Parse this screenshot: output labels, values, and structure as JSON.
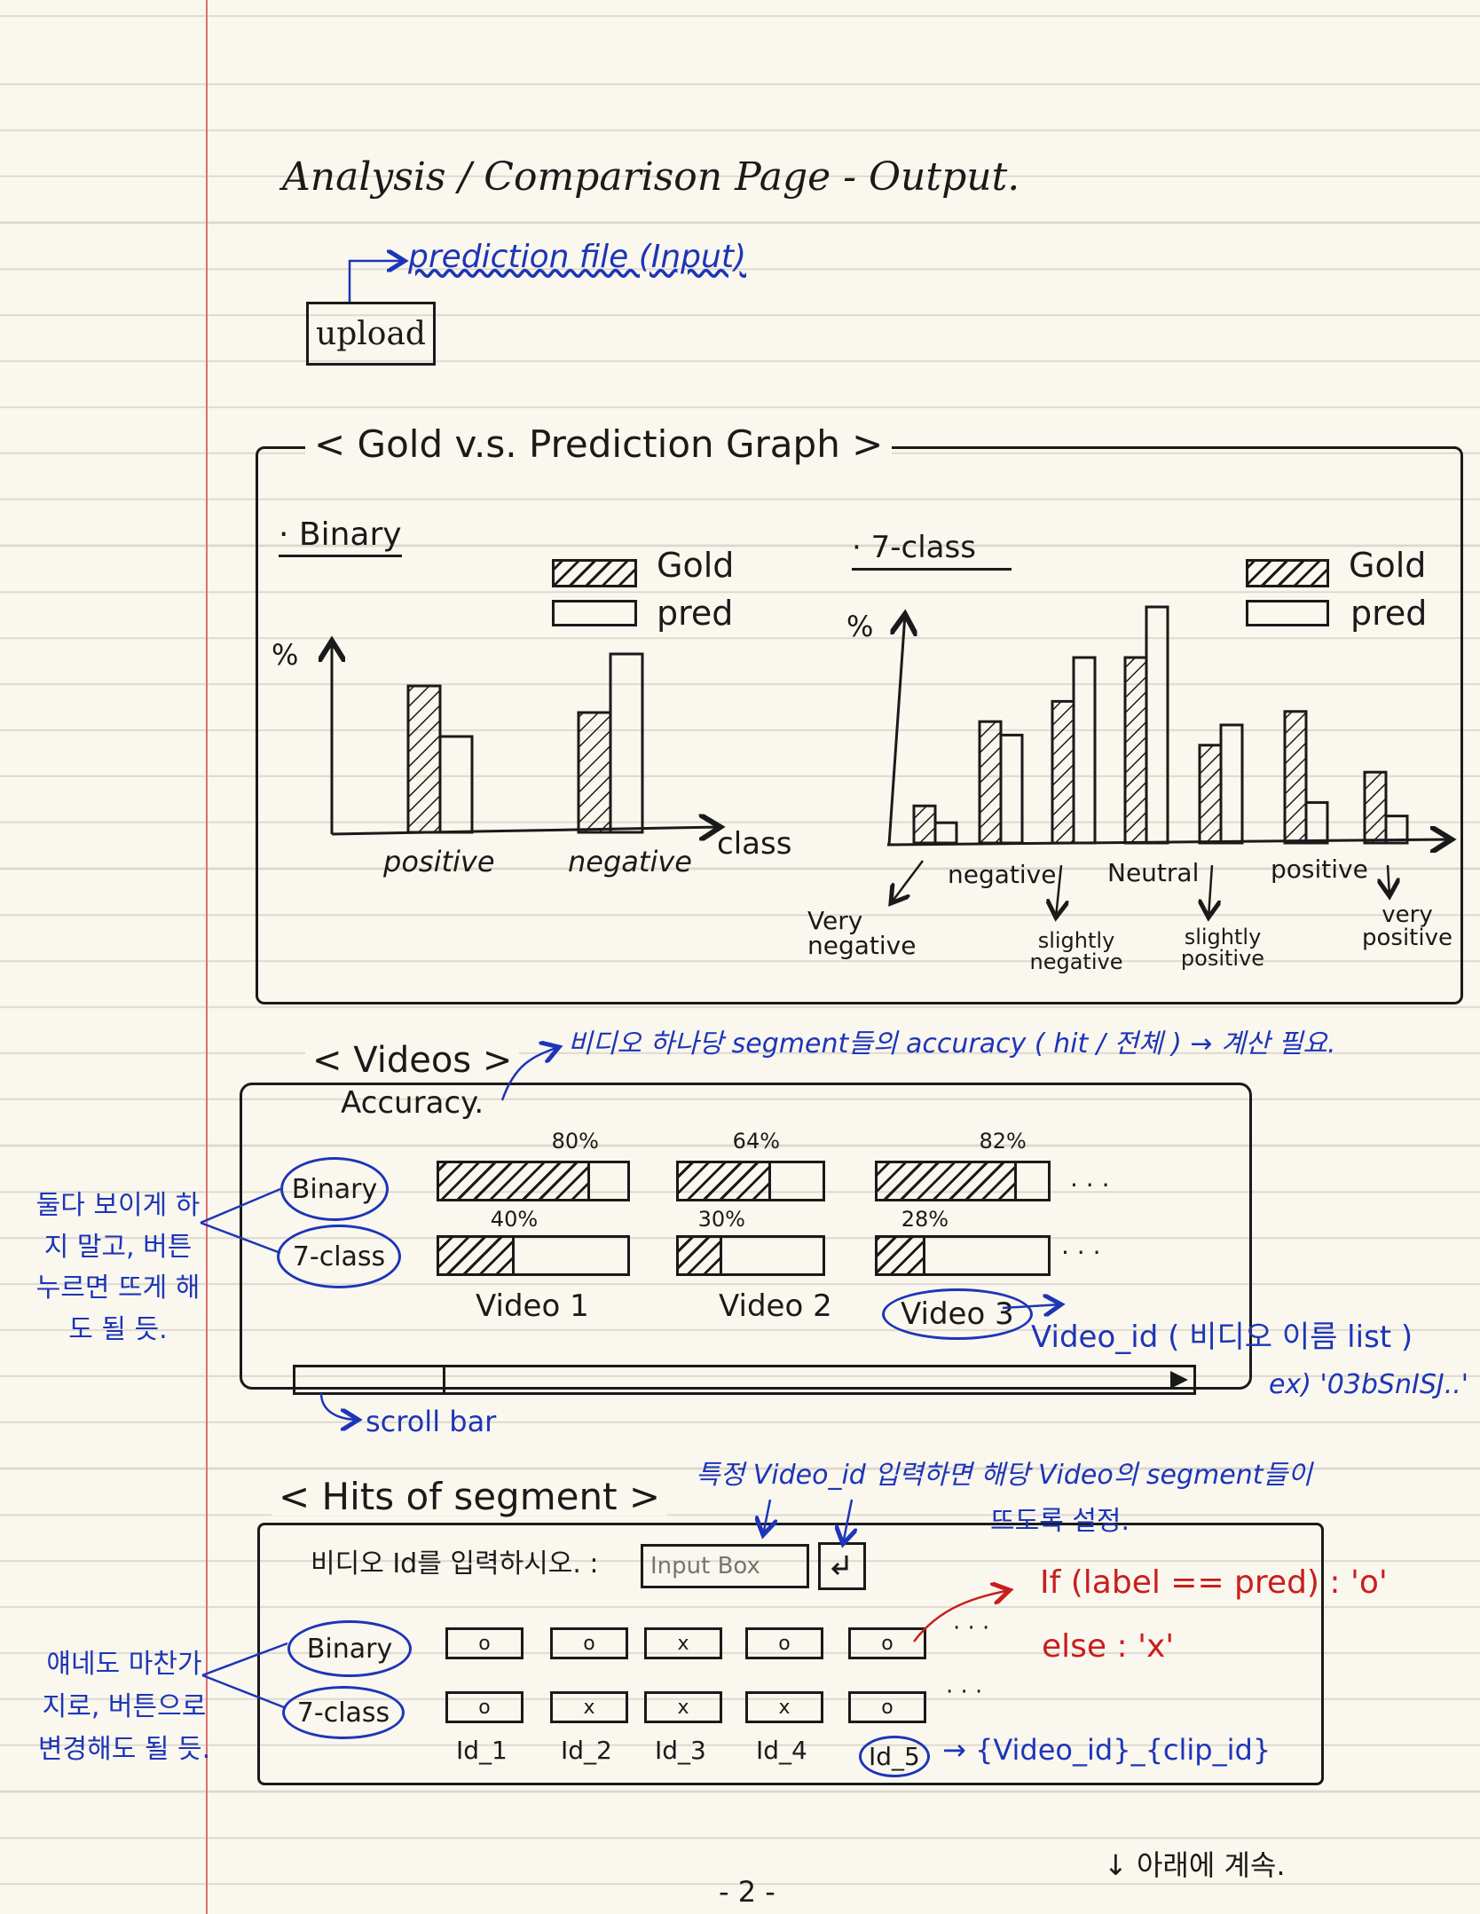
{
  "page": {
    "title": "Analysis / Comparison Page - Output.",
    "page_number": "- 2 -",
    "continue_note": "↓ 아래에 계속."
  },
  "upload": {
    "button_label": "upload",
    "note": "prediction file (Input)"
  },
  "graph_section": {
    "title": "< Gold v.s. Prediction Graph >",
    "binary": {
      "label": "· Binary",
      "legend_gold": "Gold",
      "legend_pred": "pred",
      "y_label": "%",
      "x_label": "class",
      "categories": [
        "positive",
        "negative"
      ]
    },
    "seven_class": {
      "label": "· 7-class",
      "legend_gold": "Gold",
      "legend_pred": "pred",
      "y_label": "%",
      "labels": {
        "very_negative": "Very negative",
        "negative": "negative",
        "slightly_negative": "slightly negative",
        "neutral": "Neutral",
        "slightly_positive": "slightly positive",
        "positive": "positive",
        "very_positive": "very positive"
      }
    }
  },
  "chart_data": [
    {
      "type": "bar",
      "categories": [
        "positive",
        "negative"
      ],
      "series": [
        {
          "name": "Gold",
          "values": [
            55,
            45
          ]
        },
        {
          "name": "pred",
          "values": [
            36,
            67
          ]
        }
      ],
      "ylabel": "%",
      "xlabel": "class"
    },
    {
      "type": "bar",
      "categories": [
        "very negative",
        "negative",
        "slightly negative",
        "Neutral",
        "slightly positive",
        "positive",
        "very positive"
      ],
      "series": [
        {
          "name": "Gold",
          "values": [
            11,
            36,
            42,
            55,
            29,
            39,
            21
          ]
        },
        {
          "name": "pred",
          "values": [
            6,
            32,
            55,
            70,
            35,
            12,
            8
          ]
        }
      ],
      "ylabel": "%"
    }
  ],
  "videos_section": {
    "title": "< Videos >",
    "accuracy_label": "Accuracy.",
    "note": "비디오 하나당 segment들의 accuracy ( hit / 전체 ) → 계산 필요.",
    "binary_button": "Binary",
    "seven_class_button": "7-class",
    "side_note": "둘다 보이게 하지 말고, 버튼 누르면 뜨게 해도 될 듯.",
    "videos": [
      {
        "name": "Video 1",
        "binary_acc": "80%",
        "binary_val": 0.8,
        "seven_acc": "40%",
        "seven_val": 0.4
      },
      {
        "name": "Video 2",
        "binary_acc": "64%",
        "binary_val": 0.64,
        "seven_acc": "30%",
        "seven_val": 0.3
      },
      {
        "name": "Video 3",
        "binary_acc": "82%",
        "binary_val": 0.82,
        "seven_acc": "28%",
        "seven_val": 0.28
      }
    ],
    "ellipsis": "· · ·",
    "video_id_note": "Video_id ( 비디오 이름 list )",
    "video_id_example": "ex) '03bSnISJ..'",
    "scrollbar_note": "scroll bar"
  },
  "hits_section": {
    "title": "< Hits of segment >",
    "note_line1": "특정 Video_id 입력하면 해당 Video의 segment들이",
    "note_line2": "뜨도록 설정.",
    "input_label": "비디오 Id를 입력하시오. :",
    "input_placeholder": "Input Box",
    "submit_icon": "enter-arrow-icon",
    "binary_button": "Binary",
    "seven_class_button": "7-class",
    "binary_hits": [
      "o",
      "o",
      "x",
      "o",
      "o"
    ],
    "seven_hits": [
      "o",
      "x",
      "x",
      "x",
      "o"
    ],
    "ids": [
      "Id_1",
      "Id_2",
      "Id_3",
      "Id_4",
      "Id_5"
    ],
    "ellipsis": "· · ·",
    "rule_if": "If (label == pred) : 'o'",
    "rule_else": "else : 'x'",
    "id_format_note": "→ {Video_id}_{clip_id}",
    "side_note": "얘네도 마찬가지로, 버튼으로 변경해도 될 듯."
  }
}
